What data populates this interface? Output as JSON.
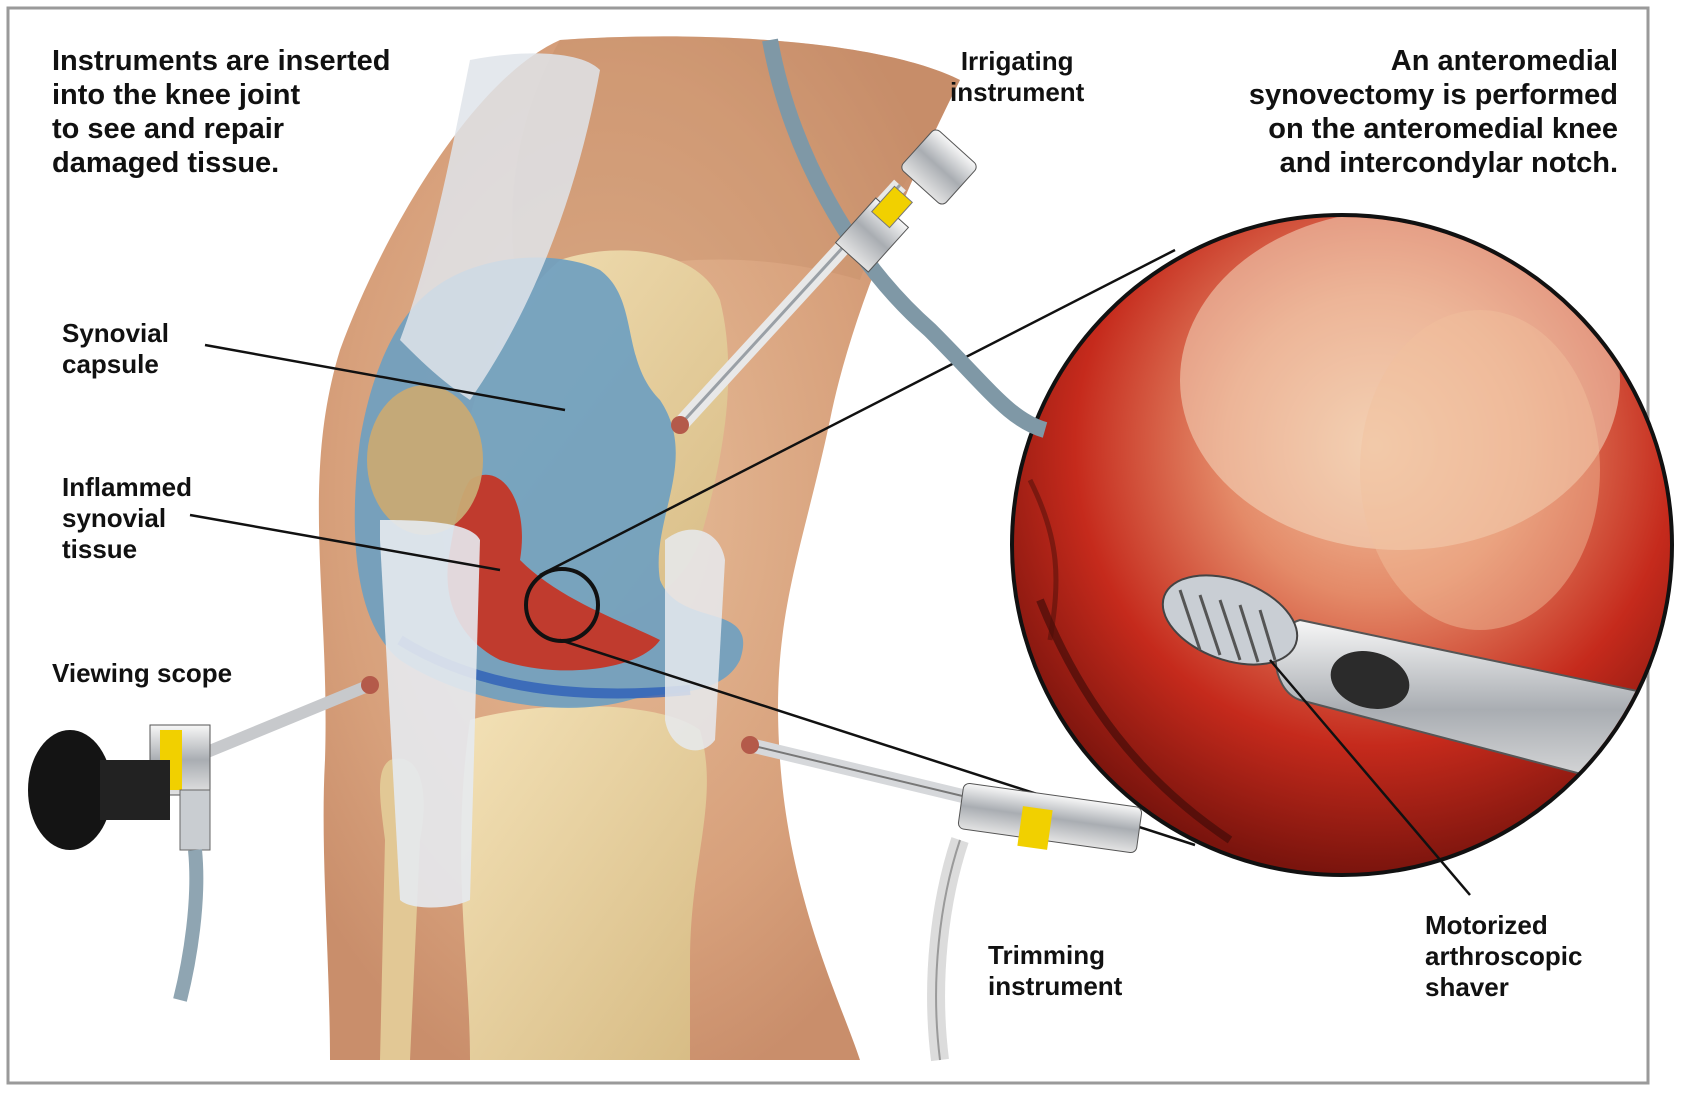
{
  "captions": {
    "intro": "Instruments are inserted\ninto the knee joint\nto see and repair\ndamaged tissue.",
    "procedure": "An anteromedial\nsynovectomy is performed\non the anteromedial knee\nand intercondylar notch."
  },
  "labels": {
    "irrigating": "Irrigating\ninstrument",
    "synovial_capsule": "Synovial\ncapsule",
    "inflamed_tissue": "Inflammed\nsynovial\ntissue",
    "viewing_scope": "Viewing scope",
    "trimming": "Trimming\ninstrument",
    "shaver": "Motorized\narthroscopic\nshaver"
  },
  "colors": {
    "skin": "#d9a784",
    "bone": "#e8d2a0",
    "synovium": "#6f9fc0",
    "inflamed": "#c8301e",
    "instrument_steel": "#b9bdc2",
    "accent_yellow": "#f1d000",
    "scope_black": "#141414"
  }
}
